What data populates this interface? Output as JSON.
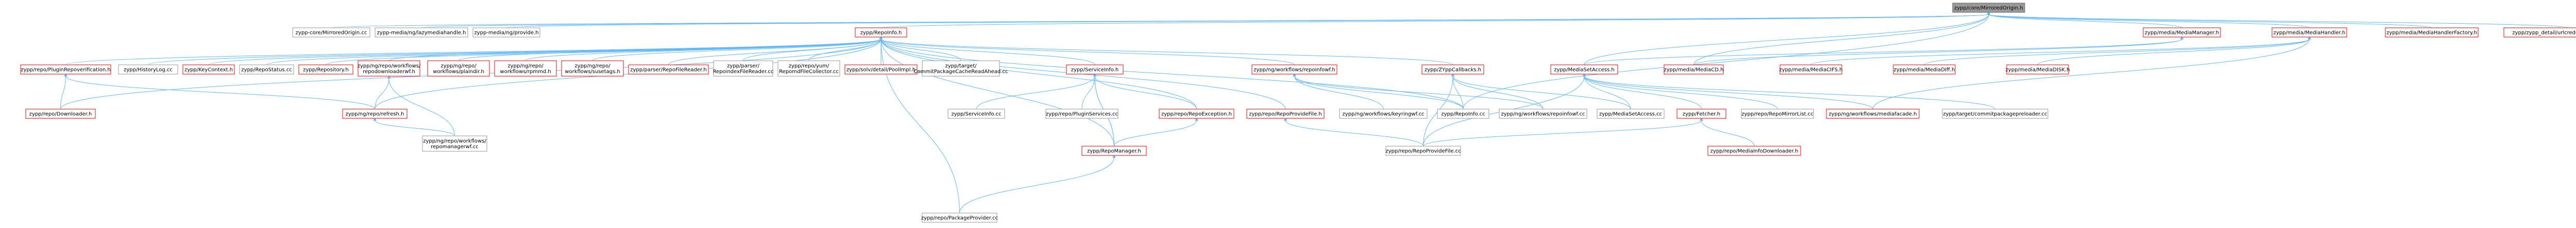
{
  "colors": {
    "edge": "#63b8ff",
    "node_fill": "#ffffff",
    "node_border": "#999999",
    "node_border_linked": "#ff0000",
    "root_fill": "#999999",
    "root_border": "#666666"
  },
  "nodes": [
    {
      "id": "root",
      "label": "zypp/core/MirroredOrigin.h",
      "kind": "root"
    },
    {
      "id": "mo_cc",
      "label": "zypp-core/MirroredOrigin.cc",
      "kind": "plain"
    },
    {
      "id": "lazymedia",
      "label": "zypp-media/ng/lazymediahandle.h",
      "kind": "plain"
    },
    {
      "id": "provide",
      "label": "zypp-media/ng/provide.h",
      "kind": "plain"
    },
    {
      "id": "repoinfo_h",
      "label": "zypp/RepoInfo.h",
      "kind": "linked"
    },
    {
      "id": "mediamanager",
      "label": "zypp/media/MediaManager.h",
      "kind": "linked"
    },
    {
      "id": "mediahandler",
      "label": "zypp/media/MediaHandler.h",
      "kind": "linked"
    },
    {
      "id": "mhfactory",
      "label": "zypp/media/MediaHandlerFactory.h",
      "kind": "linked"
    },
    {
      "id": "mirrorlist",
      "label": "zypp/zypp_detail/urlcredentialextractor_p.h",
      "kind": "linked"
    },
    {
      "id": "plugin_h",
      "label": "zypp/repo/PluginRepoverification.h",
      "kind": "linked"
    },
    {
      "id": "historylog",
      "label": "zypp/HistoryLog.cc",
      "kind": "plain"
    },
    {
      "id": "keycontext",
      "label": "zypp/KeyContext.h",
      "kind": "linked"
    },
    {
      "id": "repostatus",
      "label": "zypp/RepoStatus.cc",
      "kind": "plain"
    },
    {
      "id": "repository",
      "label": "zypp/Repository.h",
      "kind": "linked"
    },
    {
      "id": "repodownloader",
      "label": "zypp/ng/repo/workflows/repodownloaderwf.h",
      "kind": "linked"
    },
    {
      "id": "plaindir",
      "label": "zypp/ng/repo/workflows/plaindir.h",
      "kind": "linked"
    },
    {
      "id": "rpmmd",
      "label": "zypp/ng/repo/workflows/rpmmd.h",
      "kind": "linked"
    },
    {
      "id": "susetags",
      "label": "zypp/ng/repo/workflows/susetags.h",
      "kind": "linked"
    },
    {
      "id": "filereader",
      "label": "zypp/parser/RepoFileReader.h",
      "kind": "linked"
    },
    {
      "id": "reporeader",
      "label": "zypp/parser/RepoindexFileReader.cc",
      "kind": "plain"
    },
    {
      "id": "yumcollector",
      "label": "zypp/repo/yum/RepomdFileCollector.cc",
      "kind": "plain"
    },
    {
      "id": "poolimpl",
      "label": "zypp/solv/detail/PoolImpl.h",
      "kind": "linked"
    },
    {
      "id": "commitpkg",
      "label": "zypp/target/CommitPackageCacheReadAhead.cc",
      "kind": "plain"
    },
    {
      "id": "serviceinfo_h",
      "label": "zypp/ServiceInfo.h",
      "kind": "linked"
    },
    {
      "id": "repoinfowf_h",
      "label": "zypp/ng/workflows/repoinfowf.h",
      "kind": "linked"
    },
    {
      "id": "ztcallbacks",
      "label": "zypp/ZYppCallbacks.h",
      "kind": "linked"
    },
    {
      "id": "mediasetaccess_h",
      "label": "zypp/MediaSetAccess.h",
      "kind": "linked"
    },
    {
      "id": "mediacd",
      "label": "zypp/media/MediaCD.h",
      "kind": "linked"
    },
    {
      "id": "mediacifs",
      "label": "zypp/media/MediaCIFS.h",
      "kind": "linked"
    },
    {
      "id": "mediadiff",
      "label": "zypp/media/MediaDiff.h",
      "kind": "linked"
    },
    {
      "id": "mediadisk",
      "label": "zypp/media/MediaDISK.h",
      "kind": "linked"
    },
    {
      "id": "downloader",
      "label": "zypp/repo/Downloader.h",
      "kind": "linked"
    },
    {
      "id": "refresh",
      "label": "zypp/ng/repo/refresh.h",
      "kind": "linked"
    },
    {
      "id": "repomanagerwf",
      "label": "zypp/ng/repo/workflows/repomanagerwf.cc",
      "kind": "plain"
    },
    {
      "id": "serviceinfo_cc",
      "label": "zypp/ServiceInfo.cc",
      "kind": "plain"
    },
    {
      "id": "pluginservices",
      "label": "zypp/repo/PluginServices.cc",
      "kind": "plain"
    },
    {
      "id": "repoexception",
      "label": "zypp/repo/RepoException.h",
      "kind": "linked"
    },
    {
      "id": "repoprovide_h",
      "label": "zypp/repo/RepoProvideFile.h",
      "kind": "linked"
    },
    {
      "id": "keyringwf",
      "label": "zypp/ng/workflows/keyringwf.cc",
      "kind": "plain"
    },
    {
      "id": "repoinfo_cc",
      "label": "zypp/RepoInfo.cc",
      "kind": "plain"
    },
    {
      "id": "repoinfowf_cc",
      "label": "zypp/ng/workflows/repoinfowf.cc",
      "kind": "plain"
    },
    {
      "id": "mediasetaccess_cc",
      "label": "zypp/MediaSetAccess.cc",
      "kind": "plain"
    },
    {
      "id": "fetcher",
      "label": "zypp/Fetcher.h",
      "kind": "linked"
    },
    {
      "id": "repomirrorlist",
      "label": "zypp/repo/RepoMirrorList.cc",
      "kind": "plain"
    },
    {
      "id": "mediafacade",
      "label": "zypp/ng/workflows/mediafacade.h",
      "kind": "linked"
    },
    {
      "id": "commitpkgprov",
      "label": "zypp/target/commitpackagepreloader.cc",
      "kind": "plain"
    },
    {
      "id": "repomanager",
      "label": "zypp/RepoManager.h",
      "kind": "linked"
    },
    {
      "id": "repoprovide_cc",
      "label": "zypp/repo/RepoProvideFile.cc",
      "kind": "plain"
    },
    {
      "id": "mediainfodl",
      "label": "zypp/repo/MediaInfoDownloader.h",
      "kind": "linked"
    },
    {
      "id": "packageprovider",
      "label": "zypp/repo/PackageProvider.cc",
      "kind": "plain"
    }
  ]
}
